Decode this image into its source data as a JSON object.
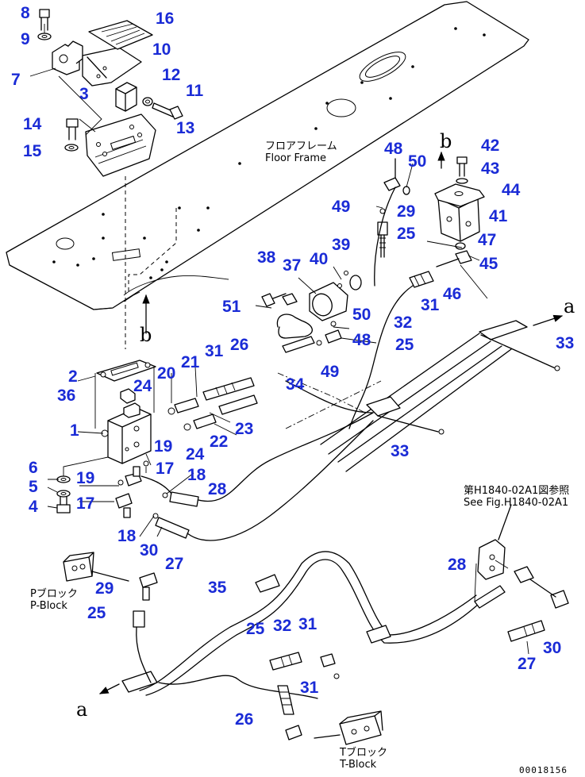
{
  "document_number": "00018156",
  "callouts": [
    {
      "id": "8",
      "label": "8"
    },
    {
      "id": "9",
      "label": "9"
    },
    {
      "id": "16",
      "label": "16"
    },
    {
      "id": "10",
      "label": "10"
    },
    {
      "id": "7",
      "label": "7"
    },
    {
      "id": "12",
      "label": "12"
    },
    {
      "id": "3",
      "label": "3"
    },
    {
      "id": "11",
      "label": "11"
    },
    {
      "id": "14",
      "label": "14"
    },
    {
      "id": "13",
      "label": "13"
    },
    {
      "id": "15",
      "label": "15"
    },
    {
      "id": "48a",
      "label": "48"
    },
    {
      "id": "50a",
      "label": "50"
    },
    {
      "id": "42",
      "label": "42"
    },
    {
      "id": "43",
      "label": "43"
    },
    {
      "id": "44",
      "label": "44"
    },
    {
      "id": "49a",
      "label": "49"
    },
    {
      "id": "29a",
      "label": "29"
    },
    {
      "id": "41",
      "label": "41"
    },
    {
      "id": "25a",
      "label": "25"
    },
    {
      "id": "47",
      "label": "47"
    },
    {
      "id": "38",
      "label": "38"
    },
    {
      "id": "39",
      "label": "39"
    },
    {
      "id": "40",
      "label": "40"
    },
    {
      "id": "37",
      "label": "37"
    },
    {
      "id": "45",
      "label": "45"
    },
    {
      "id": "46",
      "label": "46"
    },
    {
      "id": "51",
      "label": "51"
    },
    {
      "id": "50b",
      "label": "50"
    },
    {
      "id": "31a",
      "label": "31"
    },
    {
      "id": "32a",
      "label": "32"
    },
    {
      "id": "48b",
      "label": "48"
    },
    {
      "id": "25b",
      "label": "25"
    },
    {
      "id": "33a",
      "label": "33"
    },
    {
      "id": "31b",
      "label": "31"
    },
    {
      "id": "26a",
      "label": "26"
    },
    {
      "id": "21",
      "label": "21"
    },
    {
      "id": "2",
      "label": "2"
    },
    {
      "id": "20",
      "label": "20"
    },
    {
      "id": "49b",
      "label": "49"
    },
    {
      "id": "34",
      "label": "34"
    },
    {
      "id": "36",
      "label": "36"
    },
    {
      "id": "24a",
      "label": "24"
    },
    {
      "id": "1",
      "label": "1"
    },
    {
      "id": "23",
      "label": "23"
    },
    {
      "id": "22",
      "label": "22"
    },
    {
      "id": "24b",
      "label": "24"
    },
    {
      "id": "33b",
      "label": "33"
    },
    {
      "id": "19a",
      "label": "19"
    },
    {
      "id": "17a",
      "label": "17"
    },
    {
      "id": "6",
      "label": "6"
    },
    {
      "id": "19b",
      "label": "19"
    },
    {
      "id": "18a",
      "label": "18"
    },
    {
      "id": "5",
      "label": "5"
    },
    {
      "id": "28a",
      "label": "28"
    },
    {
      "id": "4",
      "label": "4"
    },
    {
      "id": "17b",
      "label": "17"
    },
    {
      "id": "18b",
      "label": "18"
    },
    {
      "id": "30a",
      "label": "30"
    },
    {
      "id": "27a",
      "label": "27"
    },
    {
      "id": "28b",
      "label": "28"
    },
    {
      "id": "29b",
      "label": "29"
    },
    {
      "id": "35",
      "label": "35"
    },
    {
      "id": "25c",
      "label": "25"
    },
    {
      "id": "25d",
      "label": "25"
    },
    {
      "id": "32b",
      "label": "32"
    },
    {
      "id": "31c",
      "label": "31"
    },
    {
      "id": "30b",
      "label": "30"
    },
    {
      "id": "27b",
      "label": "27"
    },
    {
      "id": "31d",
      "label": "31"
    },
    {
      "id": "26b",
      "label": "26"
    }
  ],
  "notes": {
    "floor_frame_jp": "フロアフレーム",
    "floor_frame_en": "Floor Frame",
    "see_fig_jp": "第H1840-02A1図参照",
    "see_fig_en": "See Fig.H1840-02A1",
    "p_block_jp": "Pブロック",
    "p_block_en": "P-Block",
    "t_block_jp": "Tブロック",
    "t_block_en": "T-Block"
  },
  "arrows": {
    "a_upper": "a",
    "a_lower": "a",
    "b_upper": "b",
    "b_lower": "b"
  },
  "colors": {
    "callout": "#1a2bd6",
    "linework": "#000000",
    "background": "#ffffff"
  }
}
